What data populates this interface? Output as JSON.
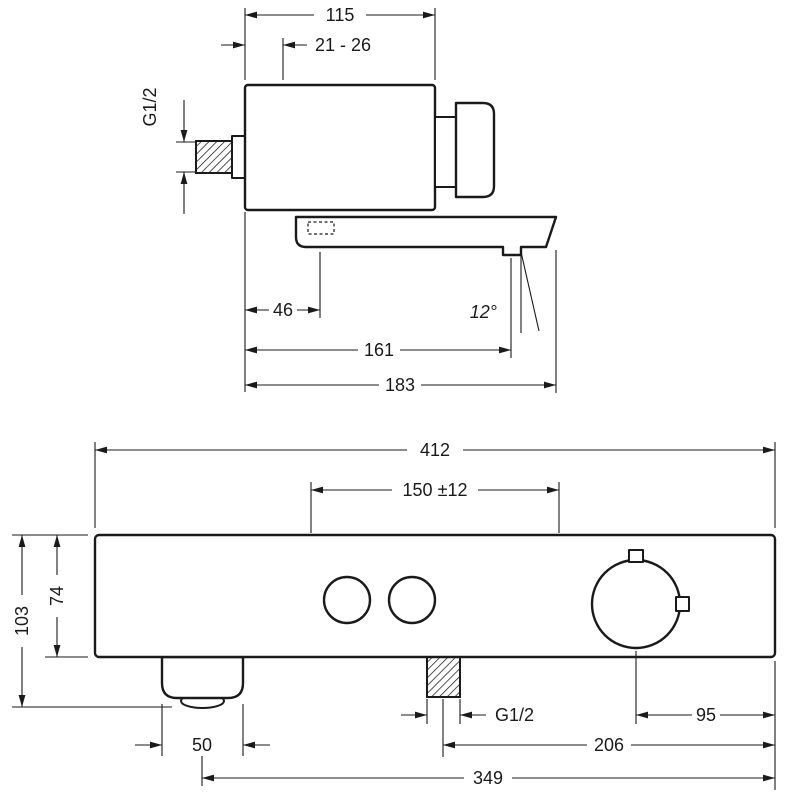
{
  "drawing": {
    "background": "#ffffff",
    "ink": "#1a1a1a"
  },
  "side_view": {
    "dim_width": "115",
    "dim_wall_distance": "21 - 26",
    "dim_thread": "G1/2",
    "dim_spout_screw": "46",
    "dim_angle": "12°",
    "dim_outlet_reach": "161",
    "dim_total_reach": "183"
  },
  "front_view": {
    "dim_total_width": "412",
    "dim_connection_spacing": "150 ±12",
    "dim_total_height": "103",
    "dim_body_height": "74",
    "dim_thread": "G1/2",
    "dim_knob_to_edge": "95",
    "dim_outlet_width": "50",
    "dim_inlet_to_edge": "206",
    "dim_outlet_to_edge": "349"
  }
}
